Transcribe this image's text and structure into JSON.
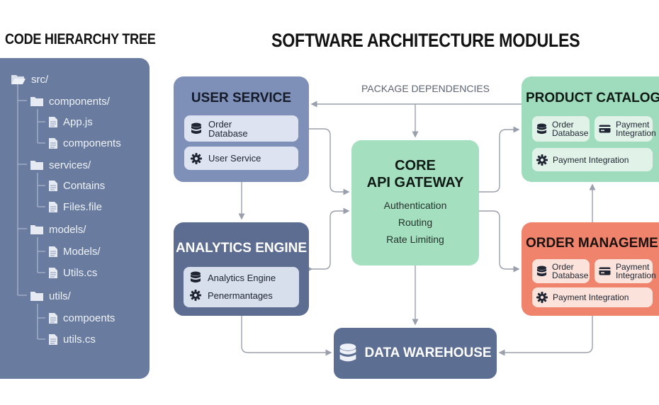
{
  "titles": {
    "tree": "CODE HIERARCHY TREE",
    "main": "SOFTWARE ARCHITECTURE MODULES"
  },
  "tree": {
    "items": [
      {
        "label": "src/",
        "type": "folder-open",
        "depth": 0
      },
      {
        "label": "components/",
        "type": "folder",
        "depth": 1
      },
      {
        "label": "App.js",
        "type": "file",
        "depth": 2
      },
      {
        "label": "components",
        "type": "file",
        "depth": 2
      },
      {
        "label": "services/",
        "type": "folder",
        "depth": 1
      },
      {
        "label": "Contains",
        "type": "file",
        "depth": 2
      },
      {
        "label": "Files.file",
        "type": "file",
        "depth": 2
      },
      {
        "label": "models/",
        "type": "folder",
        "depth": 1
      },
      {
        "label": "Models/",
        "type": "file",
        "depth": 2
      },
      {
        "label": "Utils.cs",
        "type": "file",
        "depth": 2
      },
      {
        "label": "utils/",
        "type": "folder",
        "depth": 1
      },
      {
        "label": "compoents",
        "type": "file",
        "depth": 2
      },
      {
        "label": "utils.cs",
        "type": "file",
        "depth": 2
      }
    ]
  },
  "package_dependencies_label": "PACKAGE DEPENDENCIES",
  "modules": {
    "user_service": {
      "title": "USER SERVICE",
      "chip1": {
        "line1": "Order",
        "line2": "Database",
        "icon": "database-icon"
      },
      "chip2": {
        "label": "User Service",
        "icon": "gear-icon"
      }
    },
    "analytics": {
      "title": "ANALYTICS ENGINE",
      "chip1": {
        "label": "Analytics Engine",
        "icon": "database-icon"
      },
      "chip2": {
        "label": "Penermantages",
        "icon": "gear-icon"
      }
    },
    "core": {
      "title_line1": "CORE",
      "title_line2": "API GATEWAY",
      "items": [
        "Authentication",
        "Routing",
        "Rate Limiting"
      ]
    },
    "catalog": {
      "title": "PRODUCT CATALOG",
      "chip1": {
        "line1": "Order",
        "line2": "Database",
        "icon": "database-icon"
      },
      "chip2": {
        "line1": "Payment",
        "line2": "Integration",
        "icon": "card-icon"
      },
      "chip3": {
        "label": "Payment Integration",
        "icon": "gear-icon"
      }
    },
    "orders": {
      "title": "ORDER MANAGEMENT",
      "chip1": {
        "line1": "Order",
        "line2": "Database",
        "icon": "database-icon"
      },
      "chip2": {
        "line1": "Payment",
        "line2": "Integration",
        "icon": "card-icon"
      },
      "chip3": {
        "label": "Payment Integration",
        "icon": "gear-icon"
      }
    },
    "warehouse": {
      "title": "DATA WAREHOUSE",
      "icon": "database-icon"
    }
  },
  "colors": {
    "tree_panel": "#6a7ba0",
    "user_service": "#7f90b8",
    "analytics": "#5c6d91",
    "core": "#a4dfbf",
    "catalog": "#9fdcbd",
    "orders": "#f0836c",
    "warehouse": "#5d6e93",
    "arrow": "#9aa0ab"
  }
}
